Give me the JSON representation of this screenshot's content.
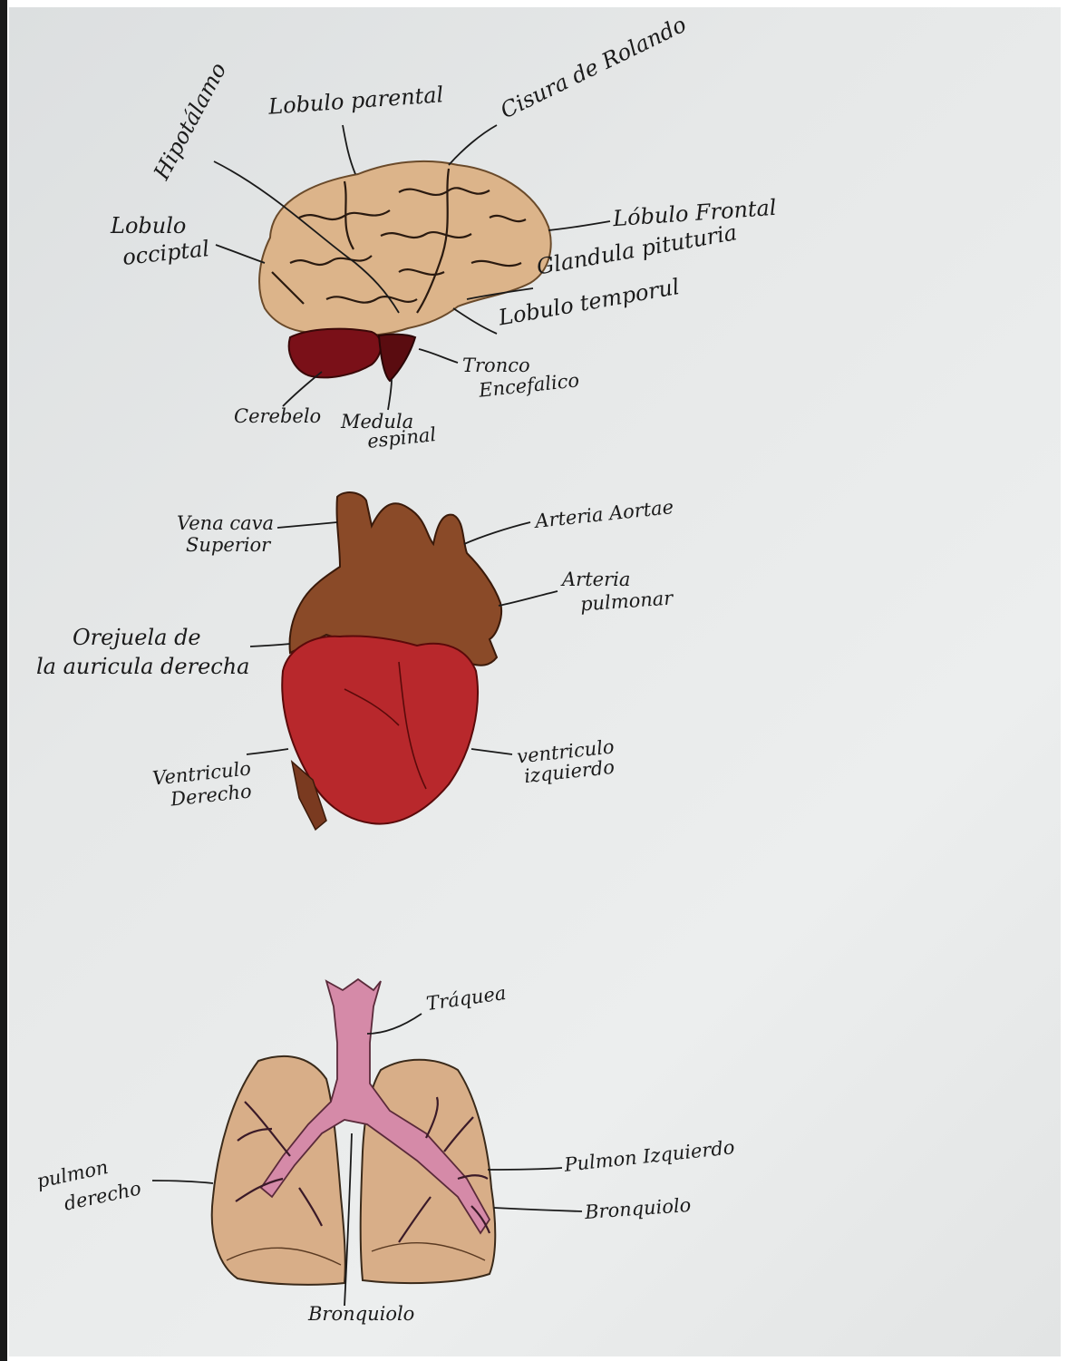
{
  "brain": {
    "labels": {
      "hipotalamo": "Hipotálamo",
      "lobulo_parental": "Lobulo parental",
      "cisura_rolando": "Cisura de Rolando",
      "lobulo_frontal": "Lóbulo Frontal",
      "lobulo_occipital_1": "Lobulo",
      "lobulo_occipital_2": "occiptal",
      "glandula_pituitaria": "Glandula pituturia",
      "lobulo_temporal": "Lobulo temporul",
      "tronco_1": "Tronco",
      "tronco_2": "Encefalico",
      "cerebelo": "Cerebelo",
      "medula_1": "Medula",
      "medula_2": "espinal"
    }
  },
  "heart": {
    "labels": {
      "vena_cava_1": "Vena cava",
      "vena_cava_2": "Superior",
      "arteria_aorta": "Arteria Aortae",
      "arteria_pulmonar_1": "Arteria",
      "arteria_pulmonar_2": "pulmonar",
      "orejuela_1": "Orejuela de",
      "orejuela_2": "la auricula derecha",
      "ventriculo_derecho_1": "Ventriculo",
      "ventriculo_derecho_2": "Derecho",
      "ventriculo_izquierdo_1": "ventriculo",
      "ventriculo_izquierdo_2": "izquierdo"
    }
  },
  "lungs": {
    "labels": {
      "traquea": "Tráquea",
      "pulmon_derecho_1": "pulmon",
      "pulmon_derecho_2": "derecho",
      "pulmon_izquierdo": "Pulmon Izquierdo",
      "bronquiolo_right": "Bronquiolo",
      "bronquiolo_bottom": "Bronquiolo"
    }
  },
  "colors": {
    "paper": "#e6e8e8",
    "brain": "#dcb48a",
    "cerebellum": "#7a1018",
    "heart_brown": "#8a4a28",
    "heart_red": "#b8282c",
    "lung": "#d8ae88",
    "trachea": "#d58aa8"
  }
}
